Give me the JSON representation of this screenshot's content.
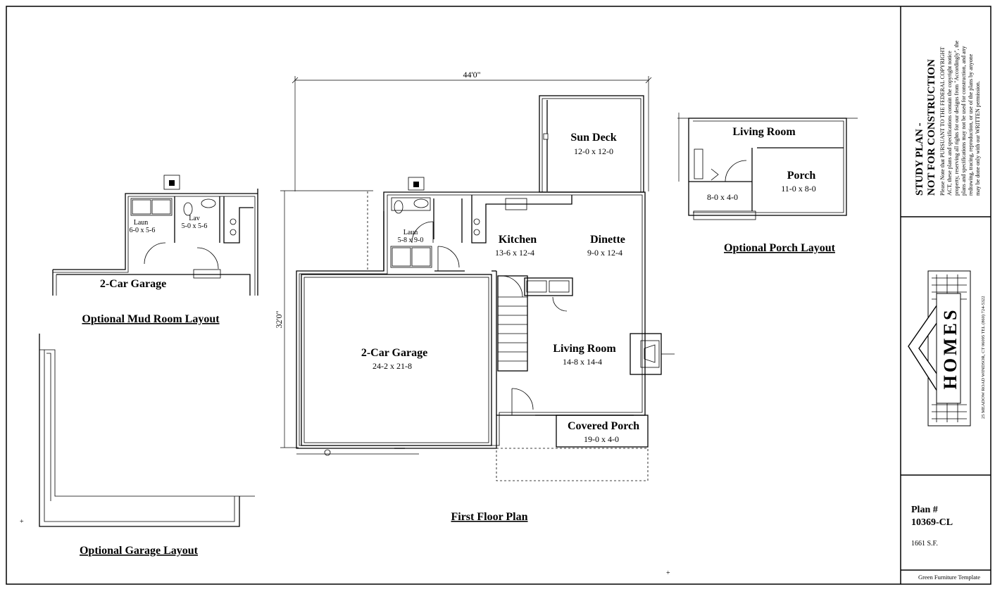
{
  "plan": {
    "first_floor": {
      "caption": "First Floor Plan",
      "dim_width": "44'0\"",
      "dim_depth": "32'0\"",
      "rooms": [
        {
          "name": "Sun Deck",
          "size": "12-0 x 12-0"
        },
        {
          "name": "Kitchen",
          "size": "13-6 x 12-4"
        },
        {
          "name": "Dinette",
          "size": "9-0 x 12-4"
        },
        {
          "name": "2-Car Garage",
          "size": "24-2 x 21-8"
        },
        {
          "name": "Living Room",
          "size": "14-8 x 14-4"
        },
        {
          "name": "Covered Porch",
          "size": "19-0 x 4-0"
        },
        {
          "name": "Laun",
          "size": "5-8 x 9-0"
        }
      ]
    },
    "mudroom": {
      "caption": "Optional Mud Room Layout",
      "laun_name": "Laun",
      "laun_size": "6-0 x 5-6",
      "lav_name": "Lav",
      "lav_size": "5-0 x 5-6",
      "garage": "2-Car Garage"
    },
    "porch_layout": {
      "caption": "Optional Porch Layout",
      "living": "Living Room",
      "porch": "Porch",
      "porch_size": "11-0 x 8-0",
      "small_size": "8-0 x 4-0"
    },
    "garage_layout": {
      "caption": "Optional Garage Layout"
    }
  },
  "title_block": {
    "study_line1": "STUDY PLAN -",
    "study_line2": "NOT FOR CONSTRUCTION",
    "notice": [
      "Please Note that PURSUANT TO THE FEDERAL COPYRIGHT",
      "ACT, these plans and specifications contain the copyright notice",
      "property, reserving all rights for our designs from \"Accordingly\", the",
      "plans and specifications may not be used for construction, and any",
      "redrawing, tracing, reproduction, or use of the plans by anyone",
      "may be done only with our WRITTEN permission."
    ],
    "logo_address": "25 MEADOW ROAD   WINDSOR, CT 06095   TEL (860) 724-5322",
    "plan_label": "Plan #",
    "plan_number": "10369-CL",
    "sq_ft": "1661 S.F.",
    "template": "Green Furniture Template"
  }
}
